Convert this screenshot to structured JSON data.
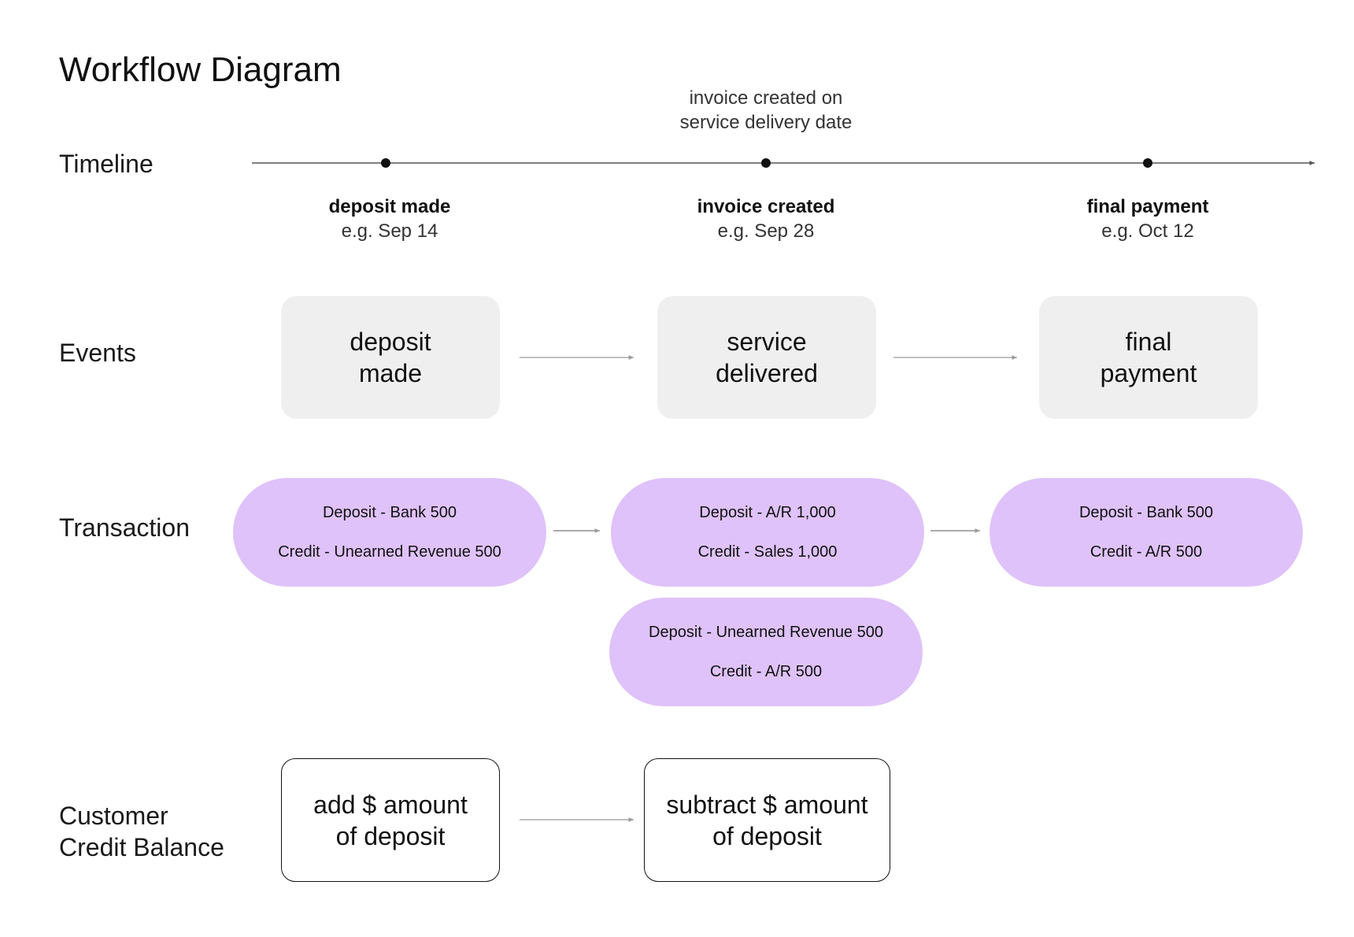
{
  "title": "Workflow Diagram",
  "row_labels": {
    "timeline": "Timeline",
    "events": "Events",
    "transaction": "Transaction",
    "credit_line1": "Customer",
    "credit_line2": "Credit Balance"
  },
  "timeline": {
    "annotation_line1": "invoice created on",
    "annotation_line2": "service delivery date",
    "milestones": [
      {
        "title": "deposit made",
        "date": "e.g. Sep 14"
      },
      {
        "title": "invoice created",
        "date": "e.g. Sep 28"
      },
      {
        "title": "final payment",
        "date": "e.g. Oct 12"
      }
    ]
  },
  "events": [
    {
      "label": "deposit made"
    },
    {
      "label": "service delivered"
    },
    {
      "label": "final payment"
    }
  ],
  "transactions": [
    {
      "line1": "Deposit - Bank 500",
      "line2": "Credit - Unearned Revenue 500"
    },
    {
      "line1": "Deposit - A/R 1,000",
      "line2": "Credit - Sales 1,000"
    },
    {
      "line1": "Deposit - Bank 500",
      "line2": "Credit - A/R 500"
    },
    {
      "line1": "Deposit - Unearned Revenue 500",
      "line2": "Credit - A/R 500"
    }
  ],
  "credit_balance": [
    {
      "line1": "add $ amount",
      "line2": "of deposit"
    },
    {
      "line1": "subtract $ amount",
      "line2": "of deposit"
    }
  ],
  "colors": {
    "event_fill": "#efefef",
    "transaction_fill": "#dfc2f9",
    "line": "#555555",
    "connector": "#9a9a9a"
  }
}
